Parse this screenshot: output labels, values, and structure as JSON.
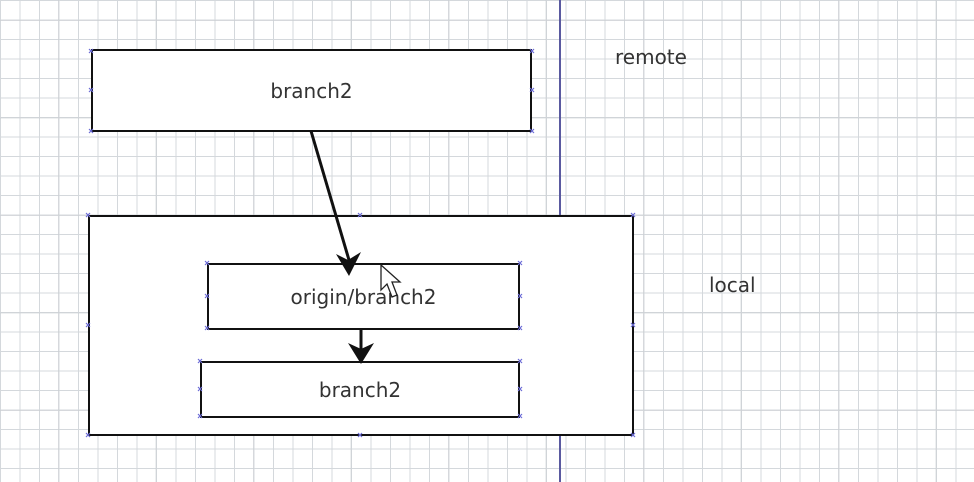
{
  "diagram": {
    "remote_box_label": "branch2",
    "origin_box_label": "origin/branch2",
    "local_box_label": "branch2",
    "remote_label": "remote",
    "local_label": "local"
  }
}
